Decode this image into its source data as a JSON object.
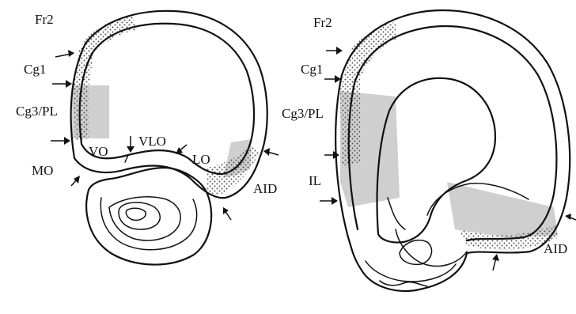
{
  "left_section": {
    "labels": {
      "fr2": "Fr2",
      "cg1": "Cg1",
      "cg3pl": "Cg3/PL",
      "mo": "MO",
      "vo": "VO",
      "vlo": "VLO",
      "lo": "LO",
      "aid": "AID"
    }
  },
  "right_section": {
    "labels": {
      "fr2": "Fr2",
      "cg1": "Cg1",
      "cg3pl": "Cg3/PL",
      "il": "IL",
      "aid": "AID"
    }
  },
  "colors": {
    "outline": "#111111",
    "shading": "#cfcfcf",
    "stipple": "#555555",
    "background": "#ffffff"
  }
}
